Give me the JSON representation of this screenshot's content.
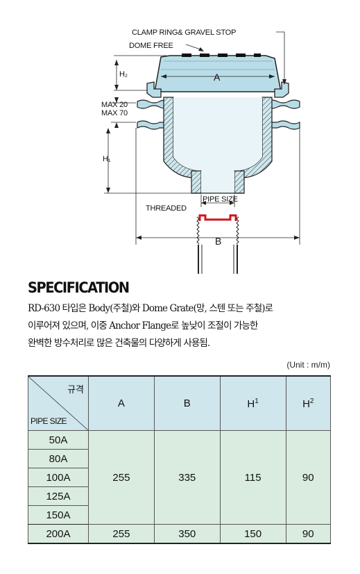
{
  "diagram": {
    "labels": {
      "clamp_ring": "CLAMP RING& GRAVEL STOP",
      "dome_free": "DOME FREE",
      "h2": "H₂",
      "a": "A",
      "max20": "MAX 20",
      "max70": "MAX 70",
      "h1": "H₁",
      "pipe_size": "PIPE SIZE",
      "threaded": "THREADED",
      "b": "B"
    }
  },
  "spec": {
    "title": "SPECIFICATION",
    "desc_lines": [
      "RD-630 타입은 Body(주철)와 Dome Grate(망, 스텐 또는 주철)로",
      "이루어져 있으며, 이중 Anchor Flange로 높낮이 조절이 가능한",
      "완벽한 방수처리로 많은 건축물의 다양하게 사용됨."
    ],
    "unit": "(Unit : m/m)"
  },
  "table": {
    "header_top": "규격",
    "header_bottom": "PIPE SIZE",
    "col_a": "A",
    "col_b": "B",
    "col_h1": "H",
    "col_h1_sup": "1",
    "col_h2": "H",
    "col_h2_sup": "2",
    "group1": {
      "sizes": [
        "50A",
        "80A",
        "100A",
        "125A",
        "150A"
      ],
      "a": "255",
      "b": "335",
      "h1": "115",
      "h2": "90"
    },
    "row200": {
      "size": "200A",
      "a": "255",
      "b": "350",
      "h1": "150",
      "h2": "90"
    }
  },
  "colors": {
    "dome_fill": "#b9dde8",
    "body_fill": "#cfe8ee",
    "pipe_red": "#d0141c",
    "table_head": "#cfe6ec",
    "table_body": "#daece0"
  }
}
